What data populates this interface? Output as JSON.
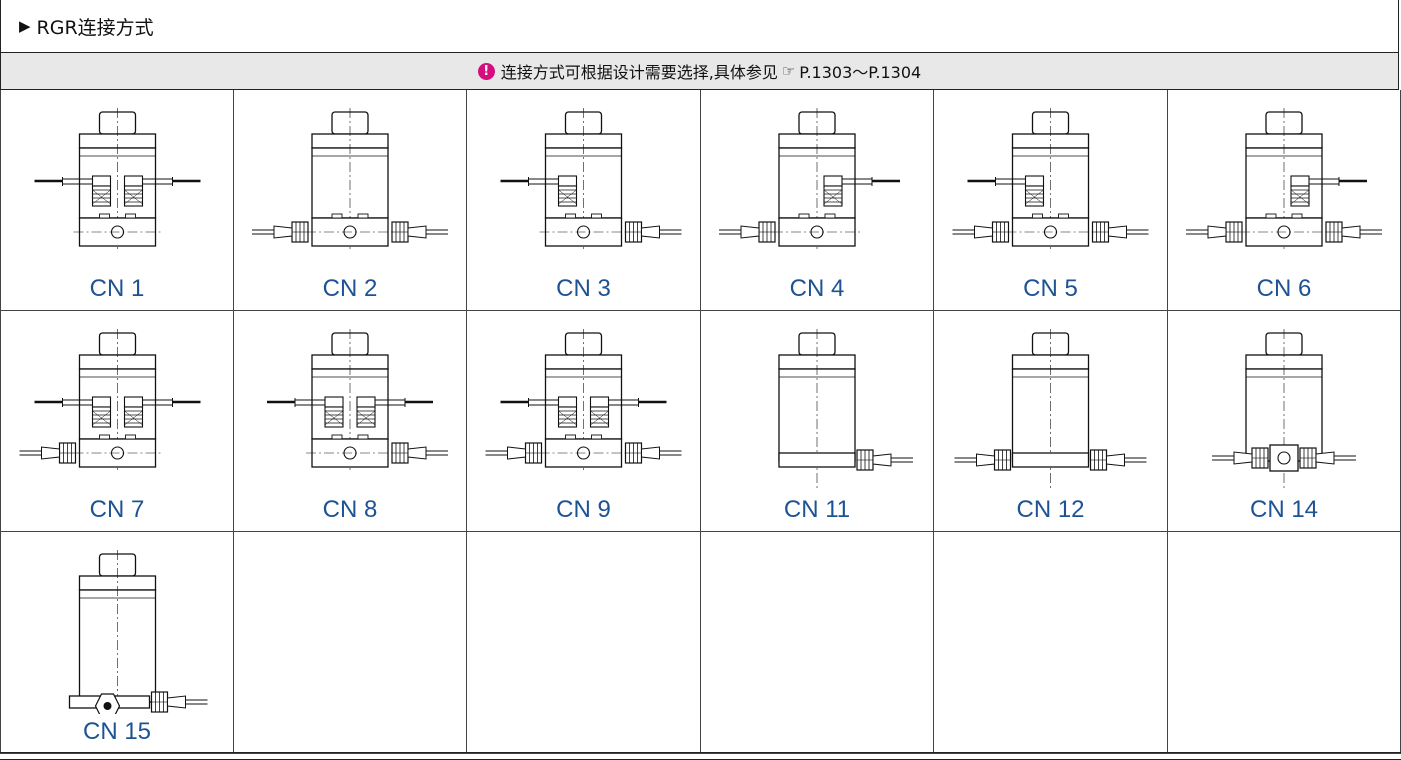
{
  "header": {
    "title": "RGR连接方式"
  },
  "notice": {
    "text_before": "连接方式可根据设计需要选择,具体参见",
    "text_after": "P.1303～P.1304",
    "icon": "warning-icon",
    "ref_icon": "pointing-hand-icon"
  },
  "colors": {
    "label": "#1d5293",
    "notice_bg": "#e8e8e8",
    "warn": "#d40f7d"
  },
  "cells": [
    {
      "label": "CN 1",
      "variant": {
        "base": true,
        "top_l": true,
        "top_r": true,
        "bot_l": false,
        "bot_r": false,
        "style": "block"
      }
    },
    {
      "label": "CN 2",
      "variant": {
        "base": true,
        "top_l": false,
        "top_r": false,
        "bot_l": true,
        "bot_r": true,
        "style": "block"
      }
    },
    {
      "label": "CN 3",
      "variant": {
        "base": true,
        "top_l": true,
        "top_r": false,
        "bot_l": false,
        "bot_r": true,
        "style": "block"
      }
    },
    {
      "label": "CN 4",
      "variant": {
        "base": true,
        "top_l": false,
        "top_r": true,
        "bot_l": true,
        "bot_r": false,
        "style": "block"
      }
    },
    {
      "label": "CN 5",
      "variant": {
        "base": true,
        "top_l": true,
        "top_r": false,
        "bot_l": true,
        "bot_r": true,
        "style": "block"
      }
    },
    {
      "label": "CN 6",
      "variant": {
        "base": true,
        "top_l": false,
        "top_r": true,
        "bot_l": true,
        "bot_r": true,
        "style": "block"
      }
    },
    {
      "label": "CN 7",
      "variant": {
        "base": true,
        "top_l": true,
        "top_r": true,
        "bot_l": true,
        "bot_r": false,
        "style": "block"
      }
    },
    {
      "label": "CN 8",
      "variant": {
        "base": true,
        "top_l": true,
        "top_r": true,
        "bot_l": false,
        "bot_r": true,
        "style": "block"
      }
    },
    {
      "label": "CN 9",
      "variant": {
        "base": true,
        "top_l": true,
        "top_r": true,
        "bot_l": true,
        "bot_r": true,
        "style": "block"
      }
    },
    {
      "label": "CN 11",
      "variant": {
        "base": false,
        "top_l": false,
        "top_r": false,
        "bot_l": false,
        "bot_r": true,
        "style": "plate"
      }
    },
    {
      "label": "CN 12",
      "variant": {
        "base": false,
        "top_l": false,
        "top_r": false,
        "bot_l": true,
        "bot_r": true,
        "style": "plate"
      }
    },
    {
      "label": "CN 14",
      "variant": {
        "base": false,
        "top_l": false,
        "top_r": false,
        "bot_l": true,
        "bot_r": true,
        "style": "center"
      }
    },
    {
      "label": "CN 15",
      "variant": {
        "base": false,
        "top_l": false,
        "top_r": false,
        "bot_l": false,
        "bot_r": true,
        "style": "hex"
      }
    },
    {
      "label": "",
      "variant": null
    },
    {
      "label": "",
      "variant": null
    },
    {
      "label": "",
      "variant": null
    },
    {
      "label": "",
      "variant": null
    },
    {
      "label": "",
      "variant": null
    }
  ]
}
